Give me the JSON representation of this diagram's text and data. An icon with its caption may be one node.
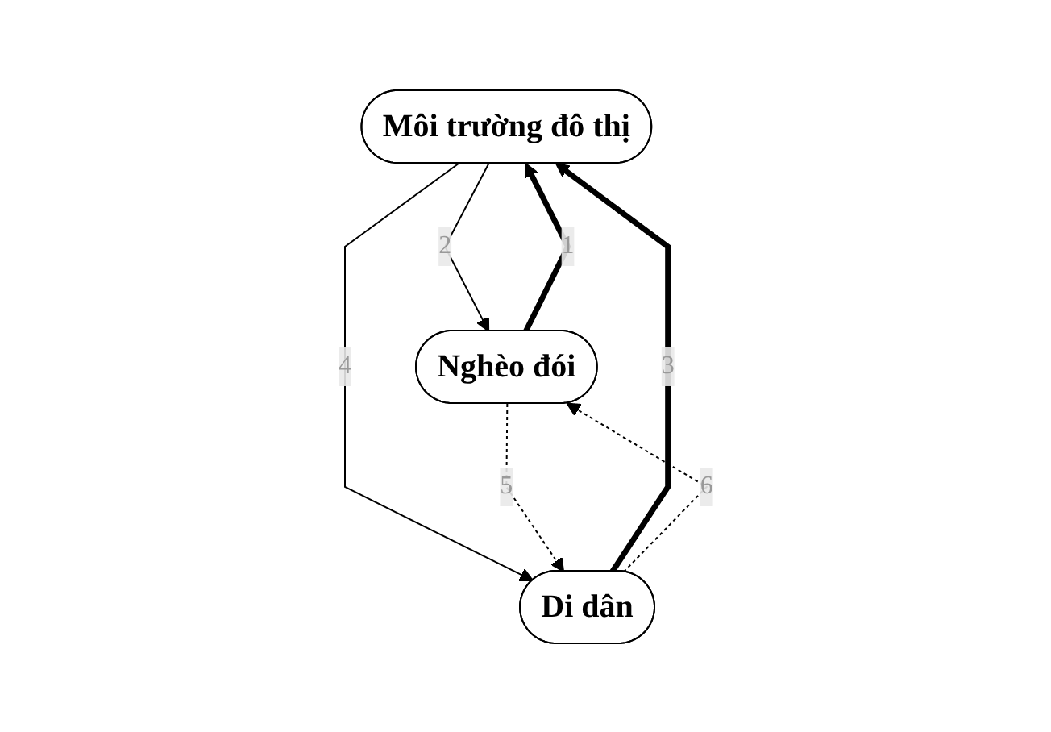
{
  "diagram": {
    "nodes": [
      {
        "text": [
          "Môi trường đô thị"
        ]
      },
      {
        "text": [
          "Nghèo đói"
        ]
      },
      {
        "text": [
          "Di dân"
        ]
      }
    ],
    "edges": [
      {
        "from": 1,
        "to": 0,
        "arrow": "to",
        "label": "1",
        "style": "thick"
      },
      {
        "from": 0,
        "to": 1,
        "arrow": "to",
        "label": "2"
      },
      {
        "from": 2,
        "to": 0,
        "arrow": "to",
        "label": "3",
        "style": "thick"
      },
      {
        "from": 0,
        "to": 2,
        "arrow": "to",
        "label": "4"
      },
      {
        "from": 1,
        "to": 2,
        "arrow": "to",
        "label": "5",
        "style": "dashed"
      },
      {
        "from": 2,
        "to": 1,
        "arrow": "to",
        "label": "6",
        "style": "dashed"
      }
    ]
  }
}
